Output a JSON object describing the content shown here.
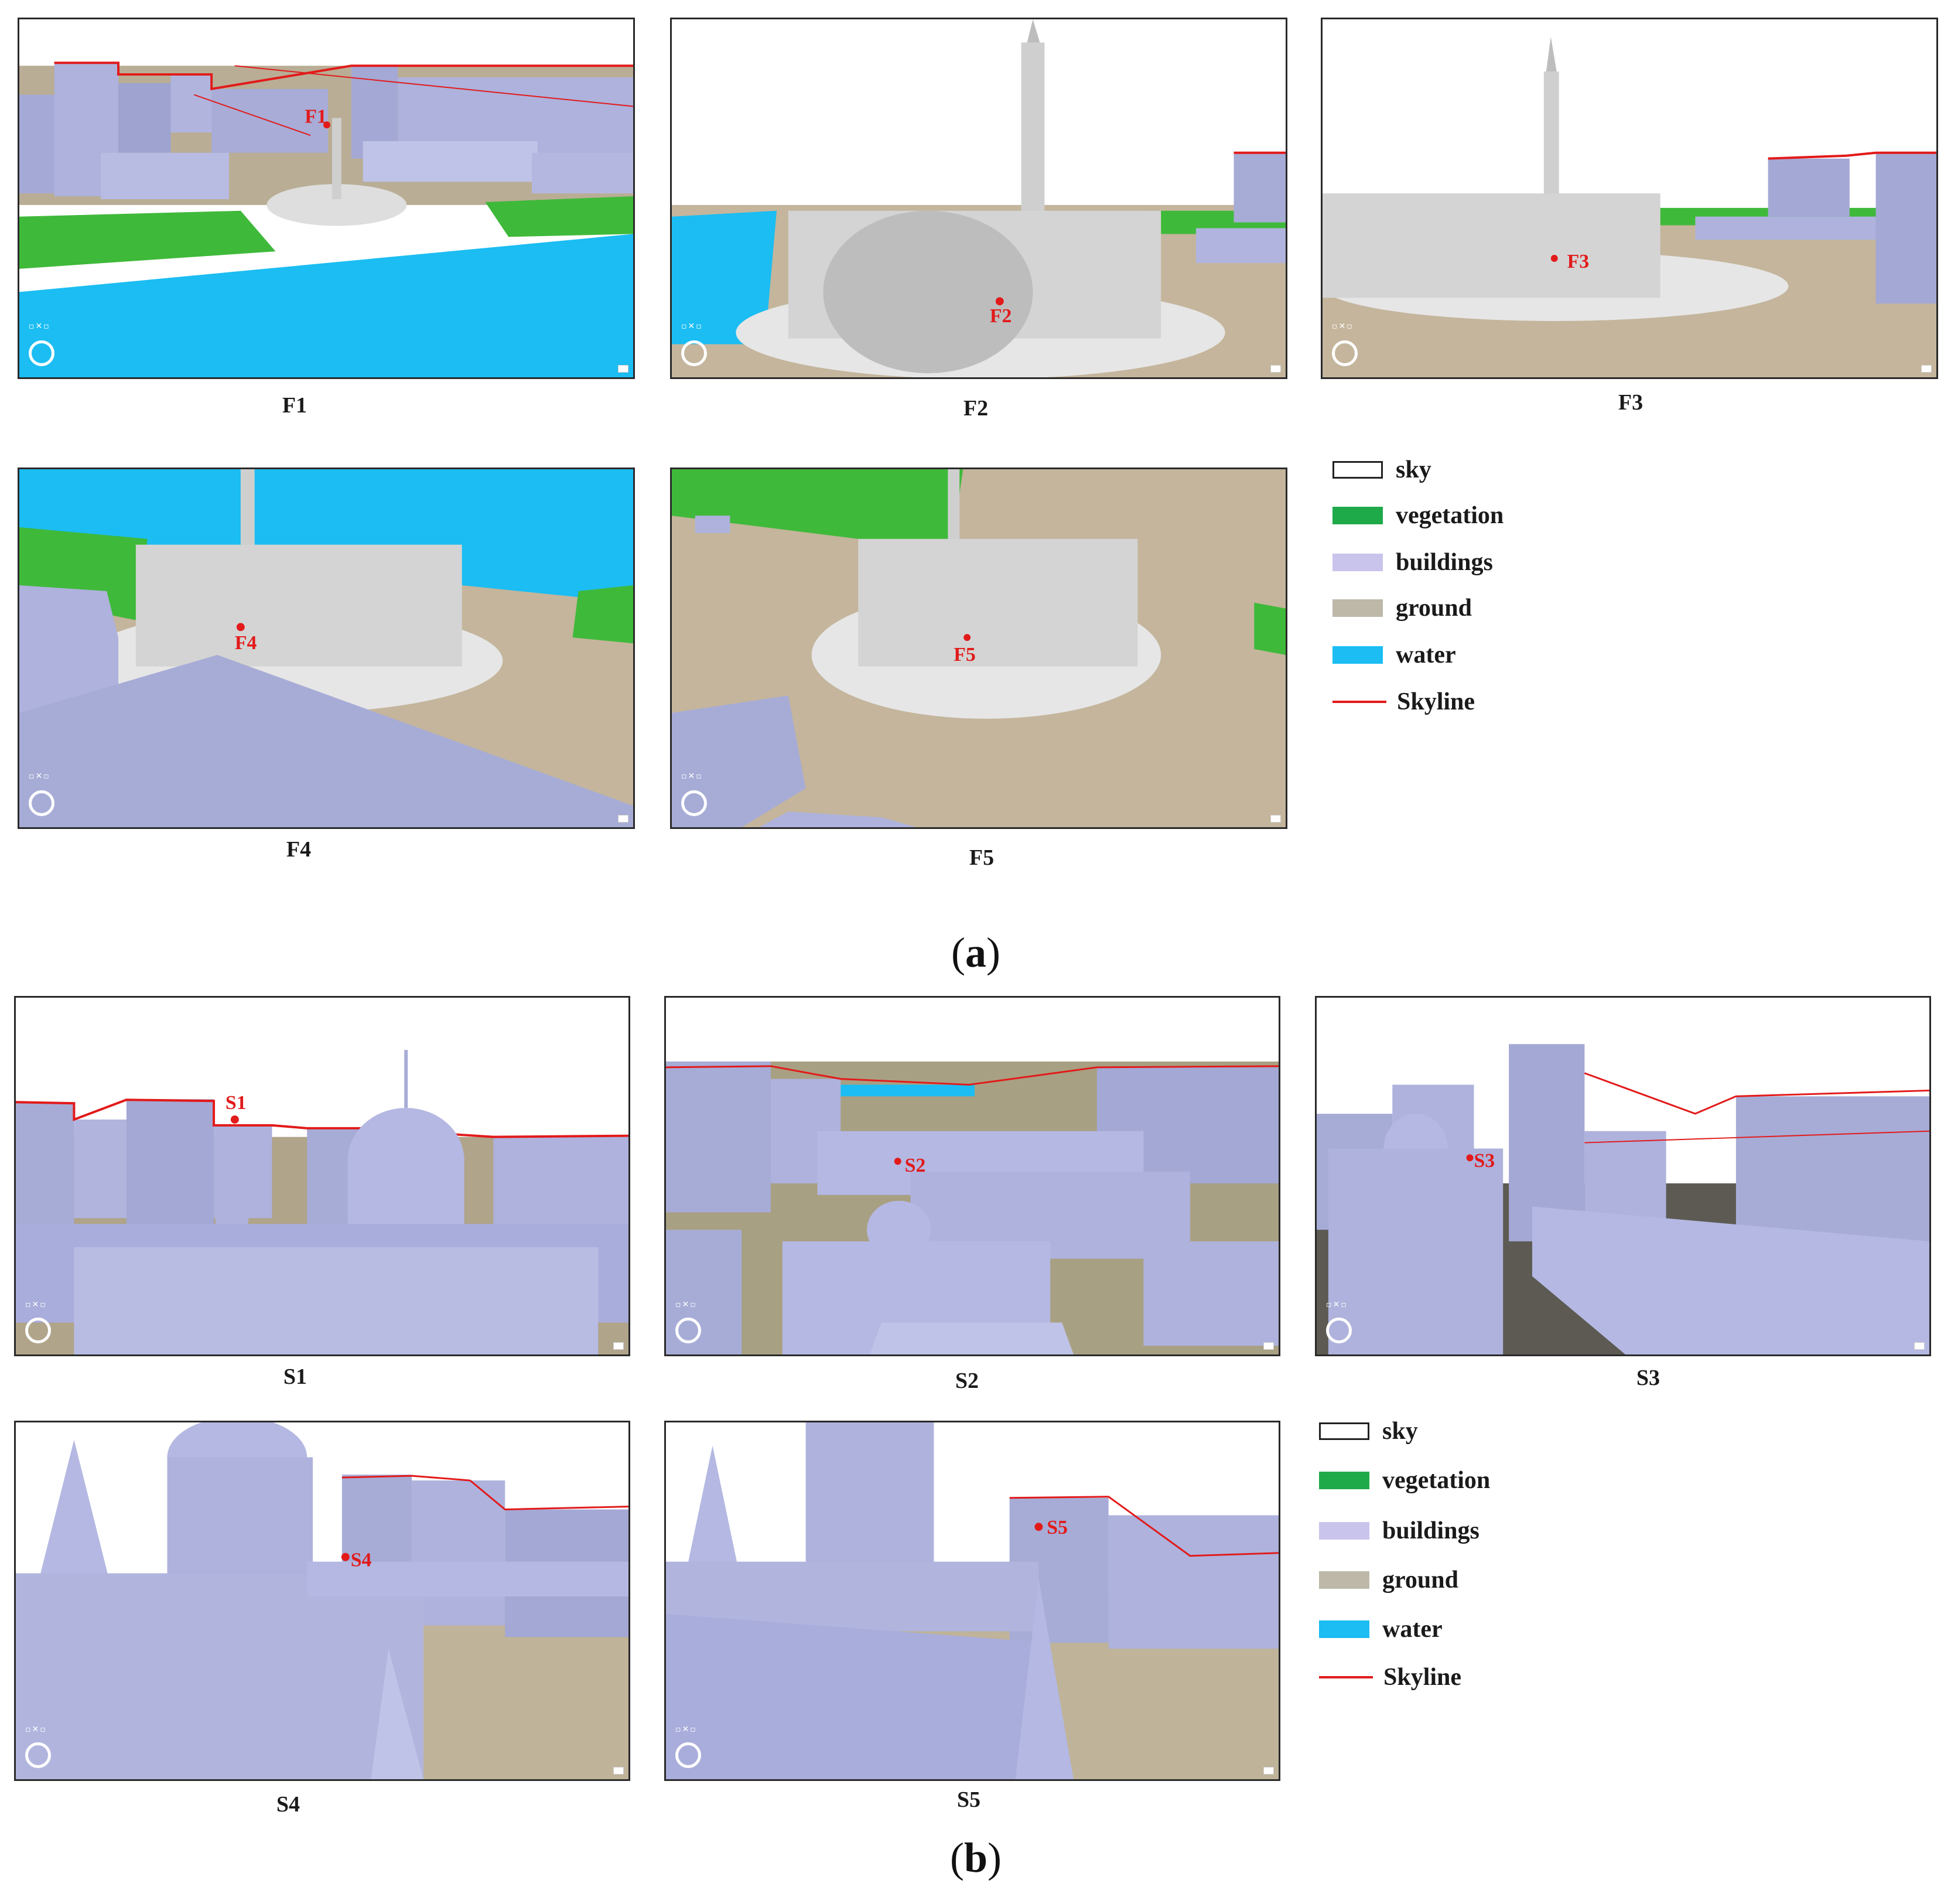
{
  "section_a": {
    "label": "a",
    "views": [
      {
        "id": "F1",
        "caption": "F1",
        "marker": "F1"
      },
      {
        "id": "F2",
        "caption": "F2",
        "marker": "F2"
      },
      {
        "id": "F3",
        "caption": "F3",
        "marker": "F3"
      },
      {
        "id": "F4",
        "caption": "F4",
        "marker": "F4"
      },
      {
        "id": "F5",
        "caption": "F5",
        "marker": "F5"
      }
    ]
  },
  "section_b": {
    "label": "b",
    "views": [
      {
        "id": "S1",
        "caption": "S1",
        "marker": "S1"
      },
      {
        "id": "S2",
        "caption": "S2",
        "marker": "S2"
      },
      {
        "id": "S3",
        "caption": "S3",
        "marker": "S3"
      },
      {
        "id": "S4",
        "caption": "S4",
        "marker": "S4"
      },
      {
        "id": "S5",
        "caption": "S5",
        "marker": "S5"
      }
    ]
  },
  "legend": [
    {
      "label": "sky",
      "color": "#ffffff",
      "kind": "box"
    },
    {
      "label": "vegetation",
      "color": "#1faa4a",
      "kind": "box"
    },
    {
      "label": "buildings",
      "color": "#c9c4ec",
      "kind": "box"
    },
    {
      "label": "ground",
      "color": "#bdb8a8",
      "kind": "box"
    },
    {
      "label": "water",
      "color": "#1bbdf2",
      "kind": "box"
    },
    {
      "label": "Skyline",
      "color": "#e21a1a",
      "kind": "line"
    }
  ],
  "colors": {
    "sky": "#ffffff",
    "vegetation": "#3fb93a",
    "buildings": "#a7acd6",
    "ground": "#c4b59c",
    "water": "#1bbdf2",
    "skyline": "#e21a1a",
    "monument": "#d9d9d9"
  },
  "ui_icons": [
    "navigation-ring-icon",
    "view-tools-icon",
    "minimap-icon"
  ]
}
